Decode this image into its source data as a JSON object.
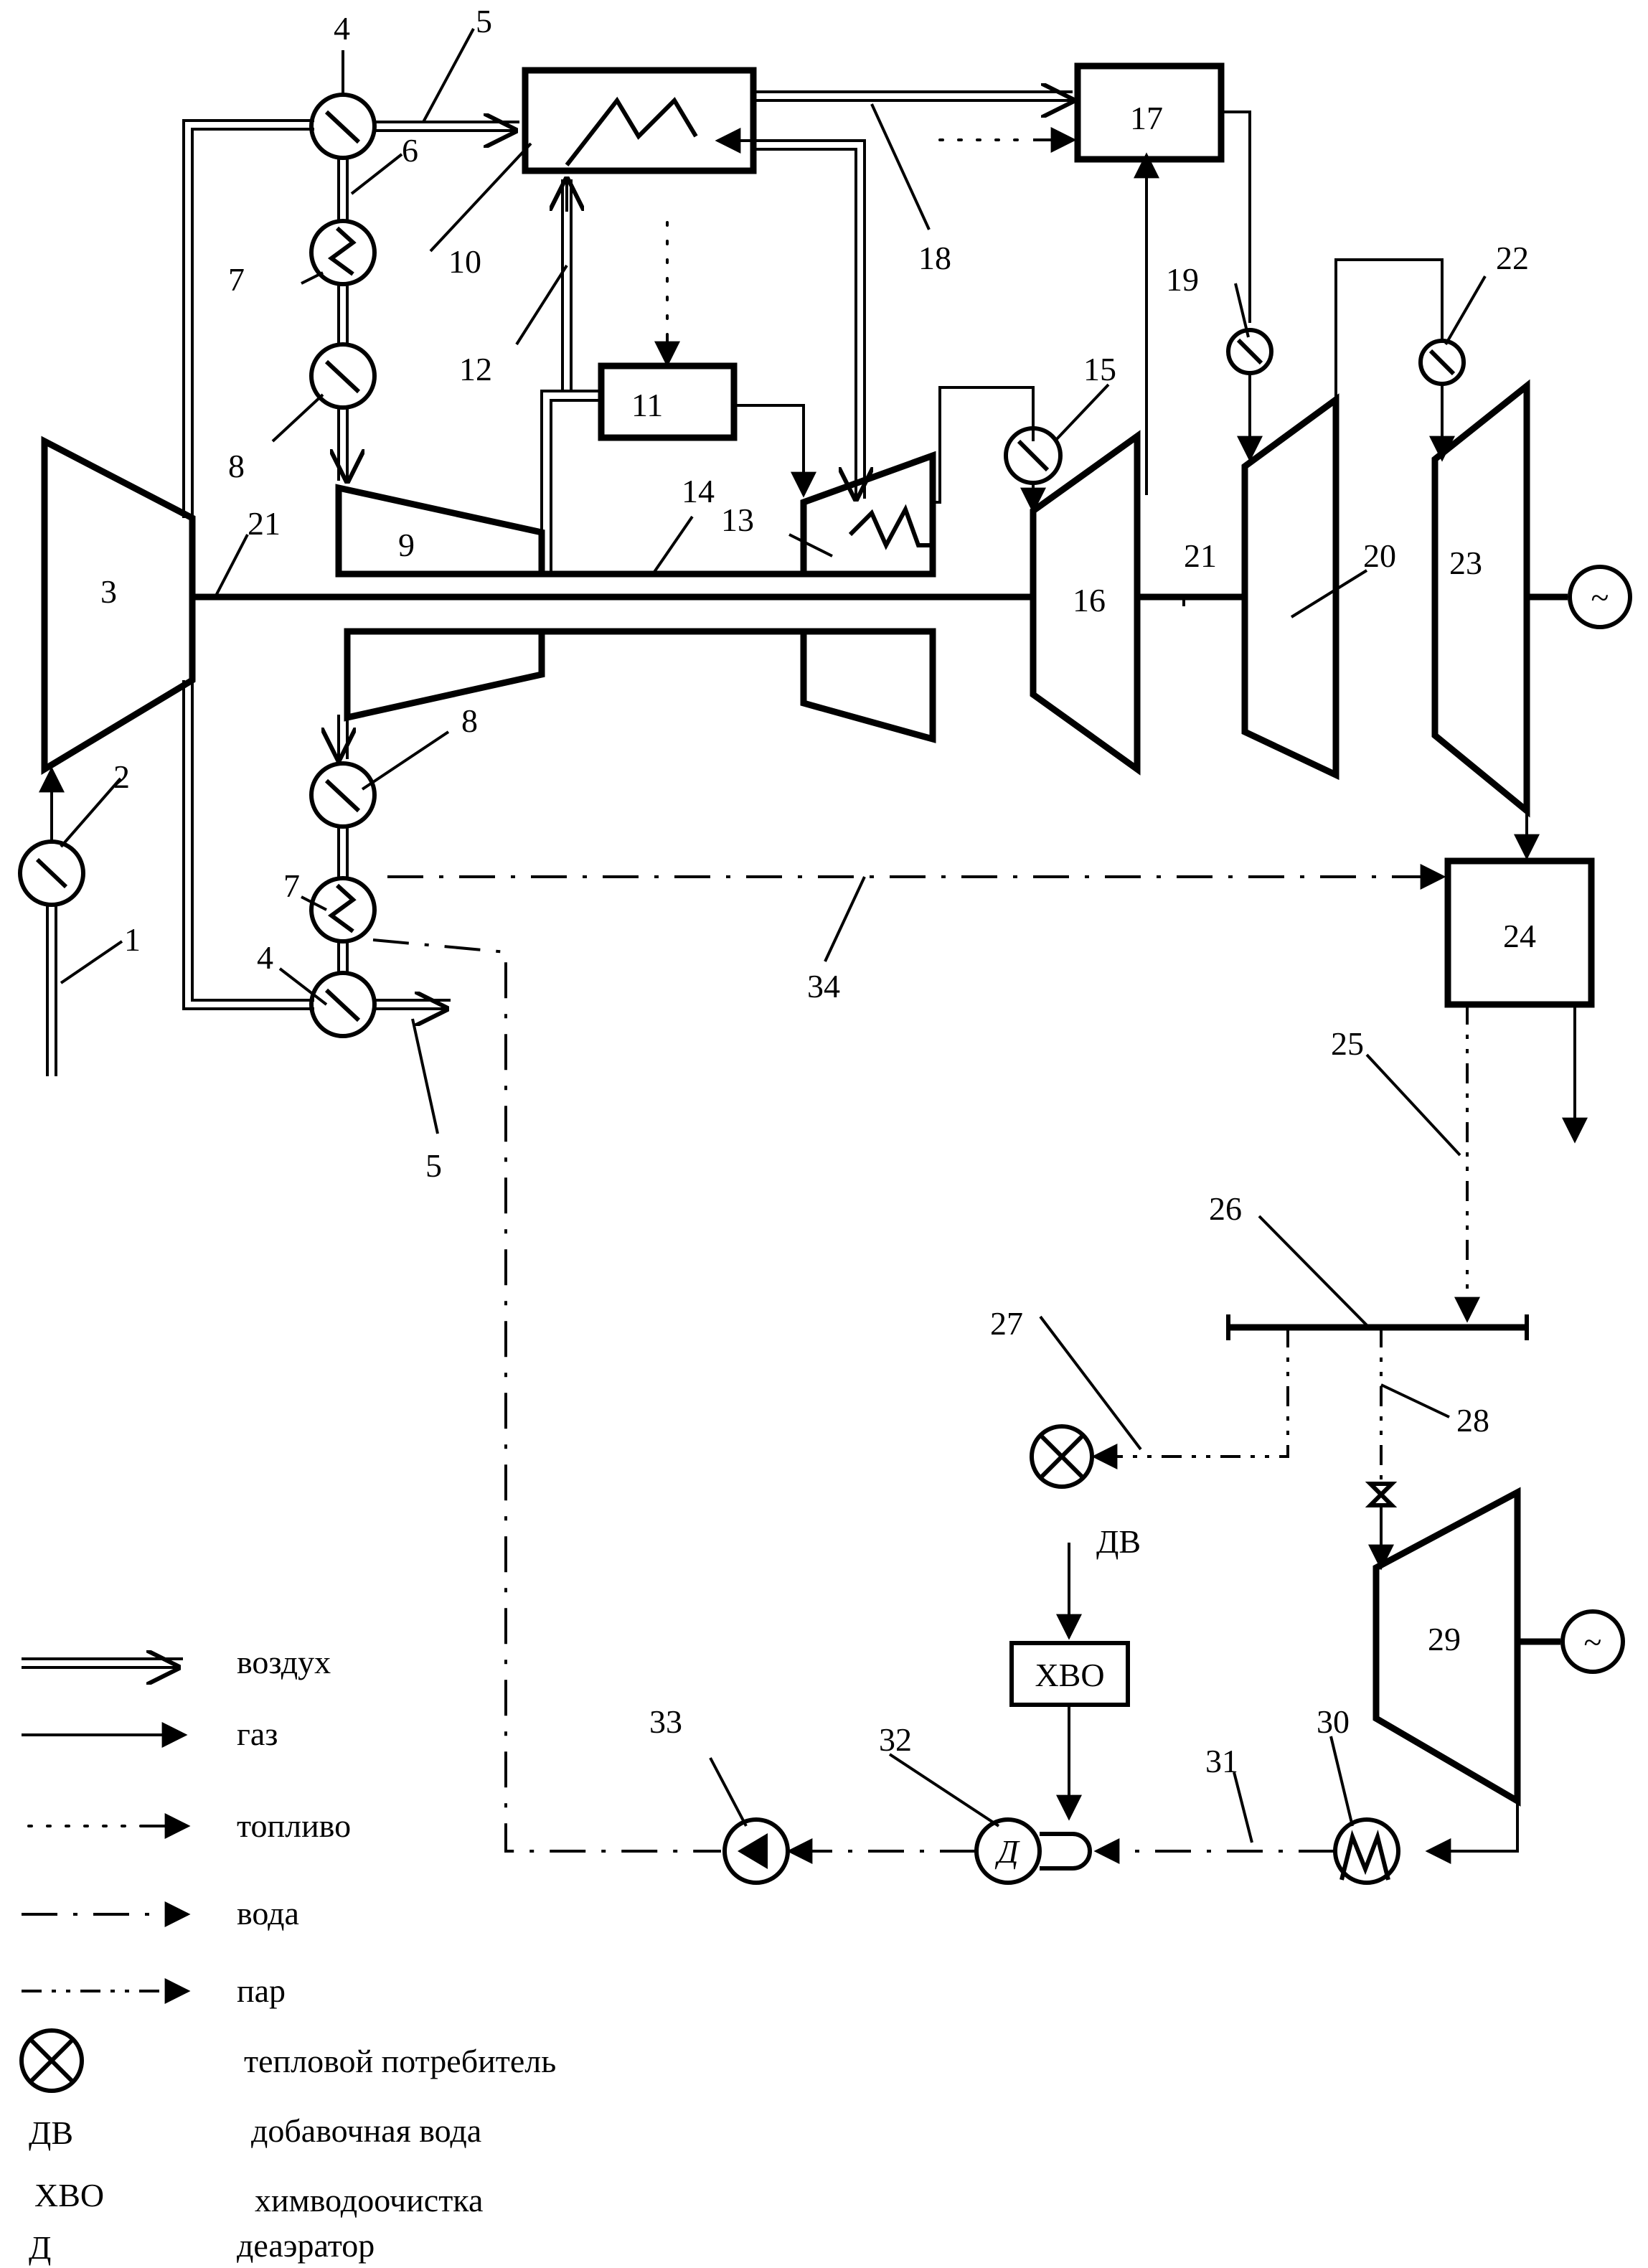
{
  "component_labels": {
    "c1": "1",
    "c2": "2",
    "c3": "3",
    "c4a": "4",
    "c4b": "4",
    "c5a": "5",
    "c5b": "5",
    "c6": "6",
    "c7a": "7",
    "c7b": "7",
    "c8a": "8",
    "c8b": "8",
    "c9": "9",
    "c10": "10",
    "c11": "11",
    "c12": "12",
    "c13": "13",
    "c14": "14",
    "c15": "15",
    "c16": "16",
    "c17": "17",
    "c18": "18",
    "c19": "19",
    "c20": "20",
    "c21a": "21",
    "c21b": "21",
    "c22": "22",
    "c23": "23",
    "c24": "24",
    "c25": "25",
    "c26": "26",
    "c27": "27",
    "c28": "28",
    "c29": "29",
    "c30": "30",
    "c31": "31",
    "c32": "32",
    "c33": "33",
    "c34": "34"
  },
  "boxes": {
    "hvo": "ХВО",
    "dv": "ДВ",
    "deaerator": "Д",
    "generator_symbol": "~"
  },
  "legend": {
    "air": "воздух",
    "gas": "газ",
    "fuel": "топливо",
    "water": "вода",
    "steam": "пар",
    "heat_consumer": "тепловой потребитель",
    "dv_abbr": "ДВ",
    "dv_text": "добавочная вода",
    "hvo_abbr": "ХВО",
    "hvo_text": "химводоочистка",
    "d_abbr": "Д",
    "d_text": "деаэратор"
  }
}
